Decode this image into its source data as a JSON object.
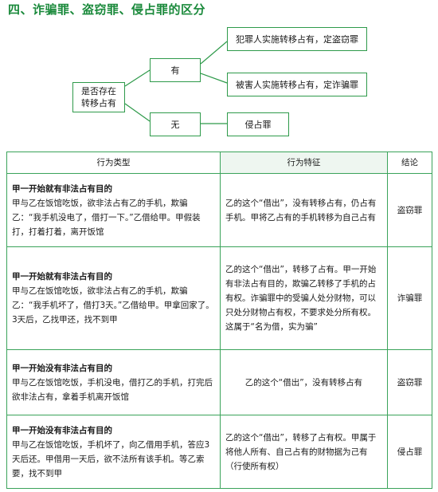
{
  "heading": "四、诈骗罪、盗窃罪、侵占罪的区分",
  "diagram": {
    "root_line1": "是否存在",
    "root_line2": "转移占有",
    "yes": "有",
    "no": "无",
    "leaf_theft": "犯罪人实施转移占有，定盗窃罪",
    "leaf_fraud": "被害人实施转移占有，定诈骗罪",
    "leaf_embezzle": "侵占罪"
  },
  "table": {
    "headers": {
      "type": "行为类型",
      "feature": "行为特征",
      "result": "结论"
    },
    "rows": [
      {
        "title": "甲一开始就有非法占有目的",
        "body": "甲与乙在饭馆吃饭，欲非法占有乙的手机，欺骗乙：“我手机没电了，借打一下。”乙借给甲。甲假装打，打着打着，离开饭馆",
        "feature": "乙的这个“借出”，没有转移占有，仍占有手机。甲将乙占有的手机转移为自己占有",
        "result": "盗窃罪"
      },
      {
        "title": "甲一开始就有非法占有目的",
        "body": "甲与乙在饭馆吃饭，欲非法占有乙的手机，欺骗乙：“我手机坏了，借打3天。”乙借给甲。甲拿回家了。3天后，乙找甲还，找不到甲",
        "feature": "乙的这个“借出”，转移了占有。甲一开始有非法占有目的，欺骗乙转移了手机的占有权。诈骗罪中的受骗人处分财物，可以只处分财物占有权，不要求处分所有权。这属于“名为借，实为骗”",
        "result": "诈骗罪"
      },
      {
        "title": "甲一开始没有非法占有目的",
        "body": "甲与乙在饭馆吃饭，手机没电，借打乙的手机，打完后欲非法占有，拿着手机离开饭馆",
        "feature": "乙的这个“借出”，没有转移占有",
        "result": "盗窃罪"
      },
      {
        "title": "甲一开始没有非法占有目的",
        "body": "甲与乙在饭馆吃饭，手机坏了，向乙借用手机，答应3天后还。甲借用一天后，欲不法所有该手机。等乙索要，找不到甲",
        "feature": "乙的这个“借出”，转移了占有权。甲属于将他人所有、自己占有的财物据为己有（行使所有权）",
        "result": "侵占罪"
      }
    ]
  }
}
